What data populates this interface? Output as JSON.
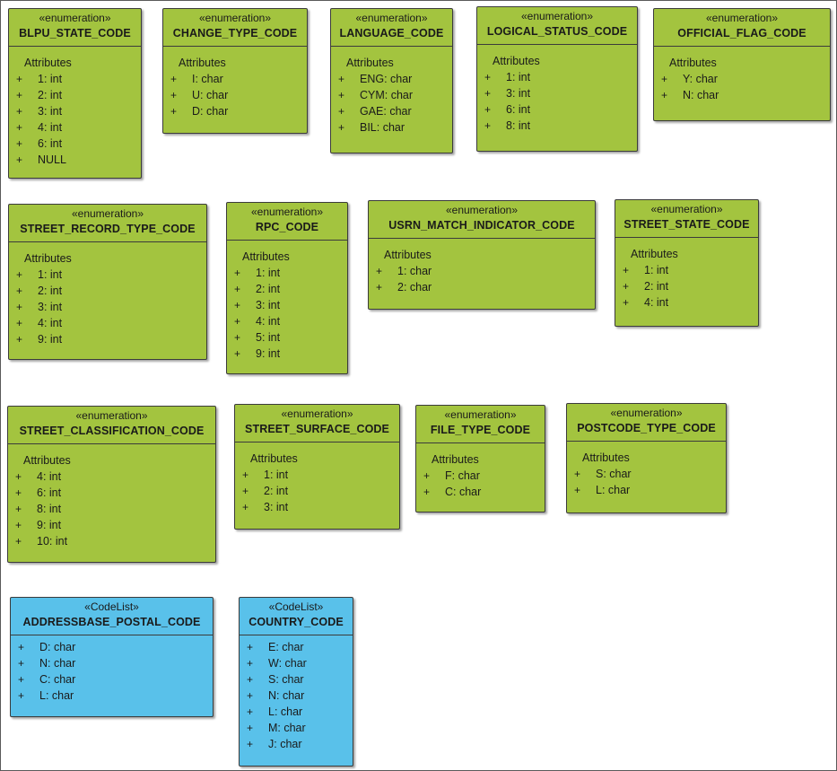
{
  "labels": {
    "attributes_heading": "Attributes",
    "visibility_marker": "+"
  },
  "boxes": [
    {
      "id": "blpu-state-code",
      "kind": "enum",
      "stereotype": "«enumeration»",
      "name": "BLPU_STATE_CODE",
      "attributes": [
        "1: int",
        "2: int",
        "3: int",
        "4: int",
        "6: int",
        "NULL"
      ]
    },
    {
      "id": "change-type-code",
      "kind": "enum",
      "stereotype": "«enumeration»",
      "name": "CHANGE_TYPE_CODE",
      "attributes": [
        "I: char",
        "U: char",
        "D: char"
      ]
    },
    {
      "id": "language-code",
      "kind": "enum",
      "stereotype": "«enumeration»",
      "name": "LANGUAGE_CODE",
      "attributes": [
        "ENG: char",
        "CYM: char",
        "GAE: char",
        "BIL: char"
      ]
    },
    {
      "id": "logical-status-code",
      "kind": "enum",
      "stereotype": "«enumeration»",
      "name": "LOGICAL_STATUS_CODE",
      "attributes": [
        "1: int",
        "3: int",
        "6: int",
        "8: int"
      ]
    },
    {
      "id": "official-flag-code",
      "kind": "enum",
      "stereotype": "«enumeration»",
      "name": "OFFICIAL_FLAG_CODE",
      "attributes": [
        "Y: char",
        "N: char"
      ]
    },
    {
      "id": "street-record-type-code",
      "kind": "enum",
      "stereotype": "«enumeration»",
      "name": "STREET_RECORD_TYPE_CODE",
      "attributes": [
        "1: int",
        "2: int",
        "3: int",
        "4: int",
        "9: int"
      ]
    },
    {
      "id": "rpc-code",
      "kind": "enum",
      "stereotype": "«enumeration»",
      "name": "RPC_CODE",
      "attributes": [
        "1: int",
        "2: int",
        "3: int",
        "4: int",
        "5: int",
        "9: int"
      ]
    },
    {
      "id": "usrn-match-indicator-code",
      "kind": "enum",
      "stereotype": "«enumeration»",
      "name": "USRN_MATCH_INDICATOR_CODE",
      "attributes": [
        "1: char",
        "2: char"
      ]
    },
    {
      "id": "street-state-code",
      "kind": "enum",
      "stereotype": "«enumeration»",
      "name": "STREET_STATE_CODE",
      "attributes": [
        "1: int",
        "2: int",
        "4: int"
      ]
    },
    {
      "id": "street-classification-code",
      "kind": "enum",
      "stereotype": "«enumeration»",
      "name": "STREET_CLASSIFICATION_CODE",
      "attributes": [
        "4: int",
        "6: int",
        "8: int",
        "9: int",
        "10: int"
      ]
    },
    {
      "id": "street-surface-code",
      "kind": "enum",
      "stereotype": "«enumeration»",
      "name": "STREET_SURFACE_CODE",
      "attributes": [
        "1: int",
        "2: int",
        "3: int"
      ]
    },
    {
      "id": "file-type-code",
      "kind": "enum",
      "stereotype": "«enumeration»",
      "name": "FILE_TYPE_CODE",
      "attributes": [
        "F: char",
        "C: char"
      ]
    },
    {
      "id": "postcode-type-code",
      "kind": "enum",
      "stereotype": "«enumeration»",
      "name": "POSTCODE_TYPE_CODE",
      "attributes": [
        "S: char",
        "L: char"
      ]
    },
    {
      "id": "addressbase-postal-code",
      "kind": "codelist",
      "stereotype": "«CodeList»",
      "name": "ADDRESSBASE_POSTAL_CODE",
      "attributes": [
        "D: char",
        "N: char",
        "C: char",
        "L: char"
      ]
    },
    {
      "id": "country-code",
      "kind": "codelist",
      "stereotype": "«CodeList»",
      "name": "COUNTRY_CODE",
      "attributes": [
        "E: char",
        "W: char",
        "S: char",
        "N: char",
        "L: char",
        "M: char",
        "J: char"
      ]
    }
  ],
  "colors": {
    "enumeration_fill": "#a3c43f",
    "codelist_fill": "#59c1ea",
    "border": "#3b3b3b"
  }
}
